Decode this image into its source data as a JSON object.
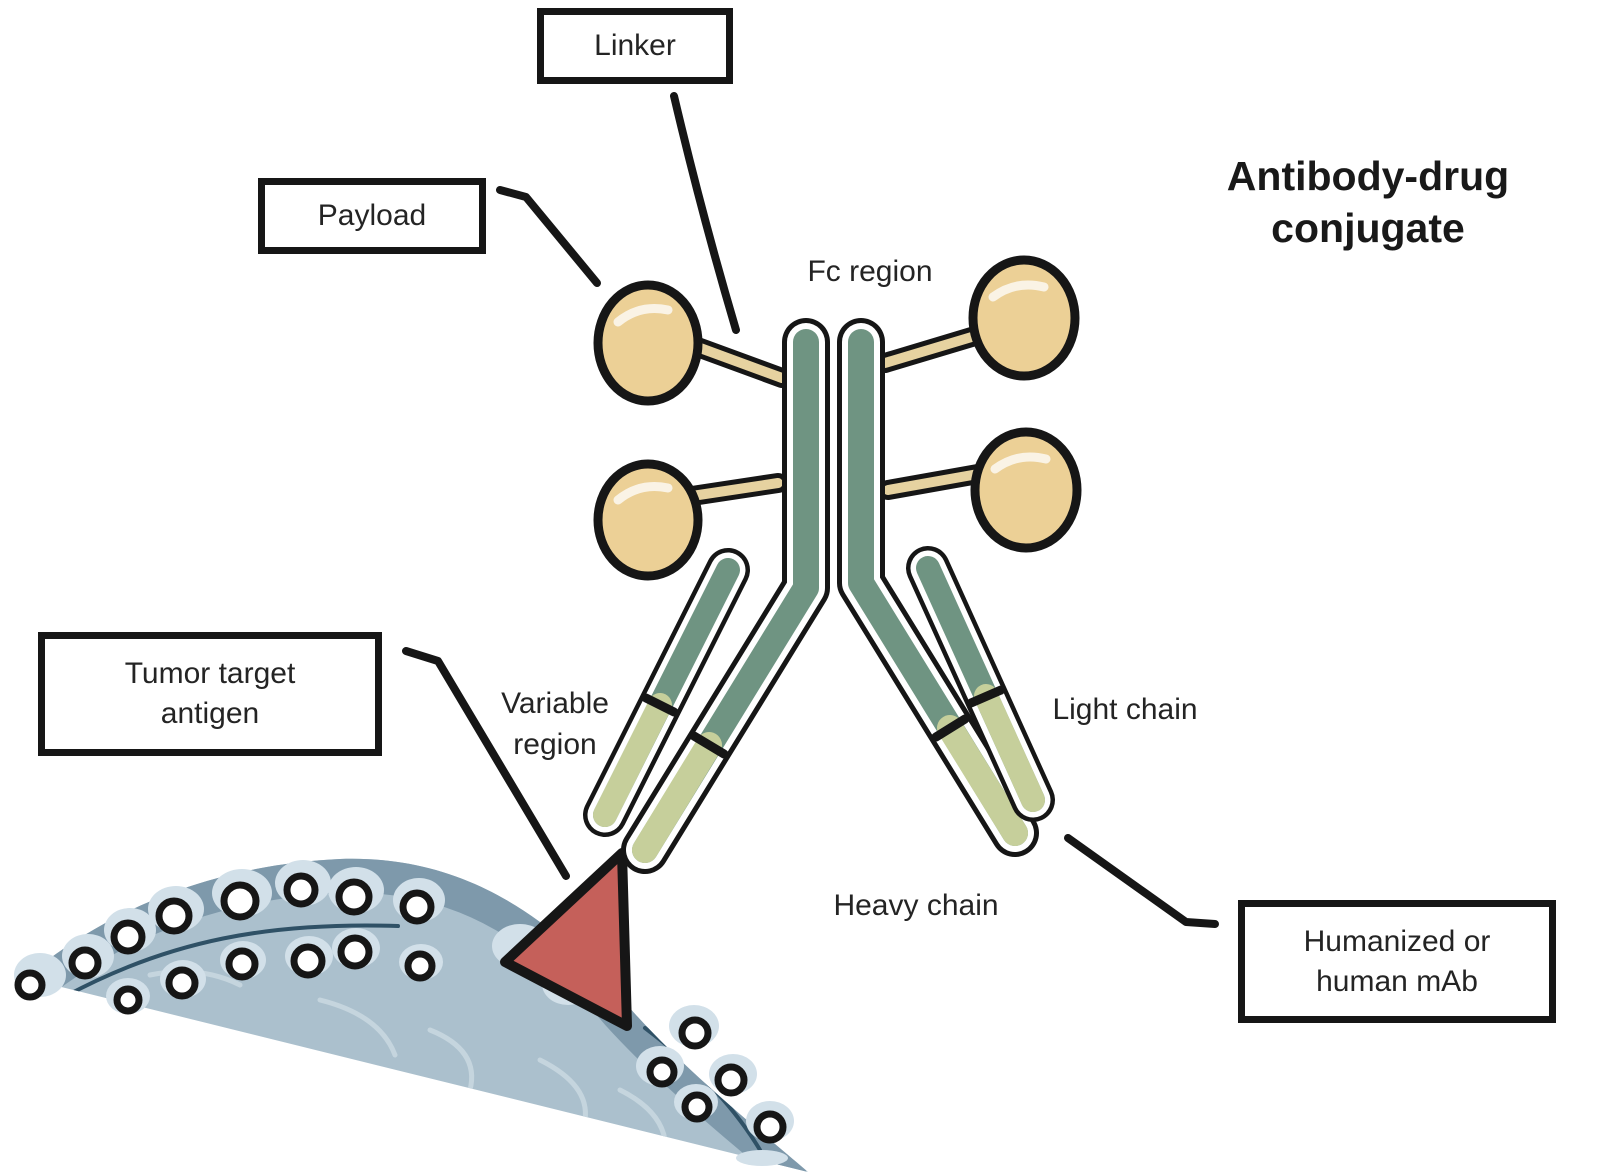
{
  "title": {
    "line1": "Antibody-drug",
    "line2": "conjugate"
  },
  "callouts": {
    "linker": {
      "label": "Linker"
    },
    "payload": {
      "label": "Payload"
    },
    "tumor_antigen": {
      "line1": "Tumor target",
      "line2": "antigen"
    },
    "mab": {
      "line1": "Humanized or",
      "line2": "human mAb"
    }
  },
  "part_labels": {
    "fc_region": "Fc region",
    "variable_region_line1": "Variable",
    "variable_region_line2": "region",
    "light_chain": "Light chain",
    "heavy_chain": "Heavy chain"
  },
  "colors": {
    "outline": "#161616",
    "heavy_chain_teal": "#6f9482",
    "light_chain_olive": "#c6cf9b",
    "payload_tan": "#ecd096",
    "stem_tan": "#e6d2a0",
    "antigen_red": "#c5605a",
    "cell_body_blue": "#abc0cd",
    "cell_membrane_blue": "#7e99ab",
    "cell_halo_blue": "#d2e0e9",
    "cell_line_blue": "#2f5166",
    "cell_squiggle_blue": "#c5d5de",
    "label_text": "#242424",
    "title_text": "#191919",
    "background": "#ffffff"
  }
}
